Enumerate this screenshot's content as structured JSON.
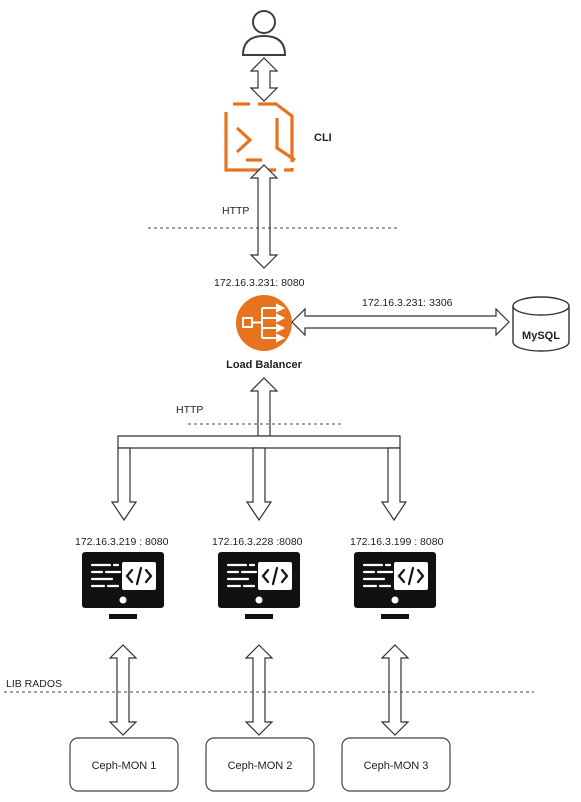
{
  "user": {
    "icon": "user-icon"
  },
  "cli": {
    "label": "CLI",
    "icon": "terminal-icon",
    "color": "#E8731F"
  },
  "links": {
    "http_top": "HTTP",
    "http_lb": "HTTP",
    "lib_rados": "LIB RADOS",
    "lb_address": "172.16.3.231: 8080",
    "db_address": "172.16.3.231: 3306"
  },
  "load_balancer": {
    "label": "Load Balancer",
    "icon": "load-balancer-icon",
    "color": "#E8731F"
  },
  "database": {
    "label": "MySQL",
    "icon": "database-icon"
  },
  "servers": [
    {
      "address": "172.16.3.219 : 8080",
      "icon": "code-monitor-icon"
    },
    {
      "address": "172.16.3.228 :8080",
      "icon": "code-monitor-icon"
    },
    {
      "address": "172.16.3.199 : 8080",
      "icon": "code-monitor-icon"
    }
  ],
  "monitors": [
    {
      "label": "Ceph-MON 1"
    },
    {
      "label": "Ceph-MON 2"
    },
    {
      "label": "Ceph-MON 3"
    }
  ]
}
